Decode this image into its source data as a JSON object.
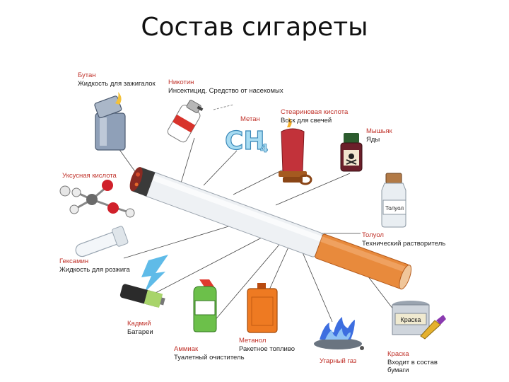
{
  "slide": {
    "title": "Состав сигареты",
    "items": [
      {
        "name": "Бутан",
        "desc": "Жидкость для зажигалок",
        "icon": "lighter-icon"
      },
      {
        "name": "Никотин",
        "desc": "Инсектицид. Средство от насекомых",
        "icon": "insecticide-spray-icon"
      },
      {
        "name": "Метан",
        "desc": "",
        "icon": "methane-formula-icon"
      },
      {
        "name": "Стеариновая кислота",
        "desc": "Воск для свечей",
        "icon": "candle-icon"
      },
      {
        "name": "Мышьяк",
        "desc": "Яды",
        "icon": "poison-bottle-icon"
      },
      {
        "name": "Уксусная кислота",
        "desc": "",
        "icon": "molecule-icon"
      },
      {
        "name": "Толуол",
        "desc": "Технический растворитель",
        "icon": "solvent-bottle-icon"
      },
      {
        "name": "Гексамин",
        "desc": "Жидкость для розжига",
        "icon": "test-tube-icon"
      },
      {
        "name": "Кадмий",
        "desc": "Батареи",
        "icon": "battery-icon"
      },
      {
        "name": "Аммиак",
        "desc": "Туалетный очиститель",
        "icon": "toilet-cleaner-icon"
      },
      {
        "name": "Метанол",
        "desc": "Ракетное топливо",
        "icon": "canister-icon"
      },
      {
        "name": "Угарный газ",
        "desc": "",
        "icon": "gas-flame-icon"
      },
      {
        "name": "Краска",
        "desc": "Входит в состав бумаги",
        "icon": "paint-can-icon"
      }
    ],
    "formula_text": "CH",
    "formula_sub": "4",
    "toluene_label": "Толуол",
    "paint_label": "Краска"
  }
}
